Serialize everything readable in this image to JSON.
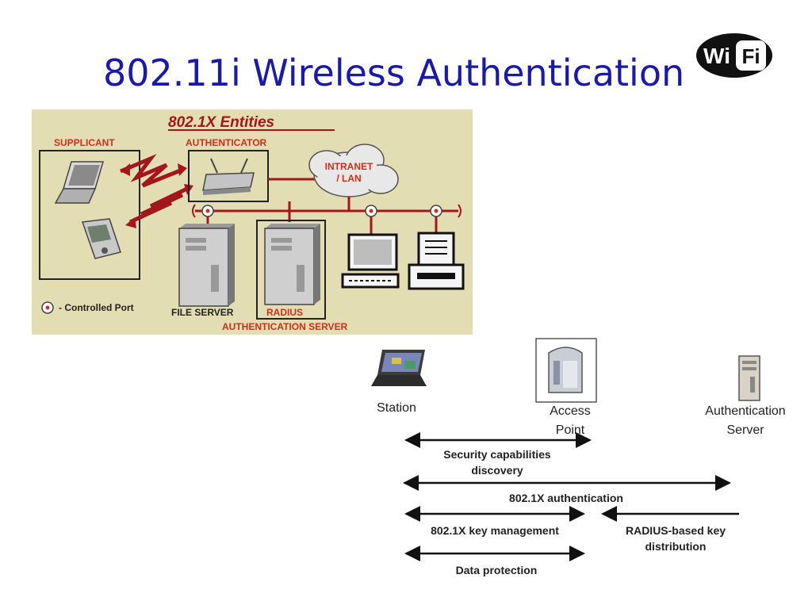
{
  "slide": {
    "title": "802.11i Wireless Authentication",
    "logo": {
      "left": "Wi",
      "right": "Fi"
    }
  },
  "entities": {
    "title": "802.1X Entities",
    "supplicant": "SUPPLICANT",
    "authenticator": "AUTHENTICATOR",
    "cloud_line1": "INTRANET",
    "cloud_line2": "/ LAN",
    "legend": "- Controlled Port",
    "file_server": "FILE SERVER",
    "radius": "RADIUS",
    "auth_server": "AUTHENTICATION SERVER"
  },
  "flow": {
    "station": "Station",
    "ap_line1": "Access",
    "ap_line2": "Point",
    "as_line1": "Authentication",
    "as_line2": "Server",
    "msg1_line1": "Security capabilities",
    "msg1_line2": "discovery",
    "msg2": "802.1X authentication",
    "msg3": "802.1X key management",
    "msg4_line1": "RADIUS-based key",
    "msg4_line2": "distribution",
    "msg5": "Data protection"
  },
  "colors": {
    "title": "#1a1aa8",
    "panel_bg": "#e3ddb4",
    "accent_red": "#a3161b",
    "orange_label": "#c8321c"
  }
}
